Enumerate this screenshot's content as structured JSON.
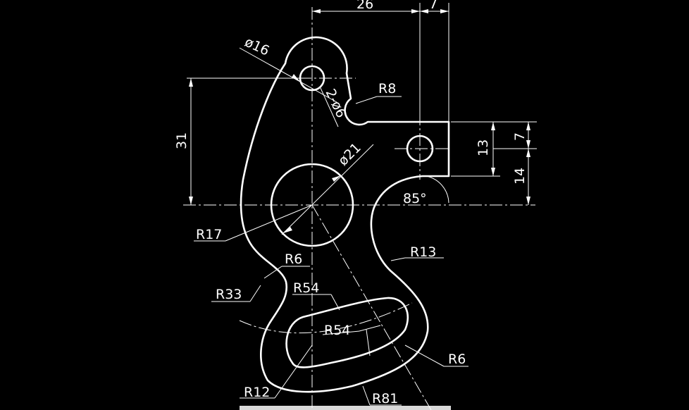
{
  "drawing": {
    "background": "#000000",
    "line_color": "#ffffff"
  },
  "dimensions": {
    "d26": "26",
    "d7_top": "7",
    "dia16": "ø16",
    "r8": "R8",
    "two_dia6": "2-ø6",
    "d31": "31",
    "dia21": "ø21",
    "d13": "13",
    "d7_right": "7",
    "d14": "14",
    "angle85": "85°",
    "r17": "R17",
    "r13": "R13",
    "r6_left": "R6",
    "r33": "R33",
    "r54_outer": "R54",
    "r54_inner": "R54",
    "r6_right": "R6",
    "r12": "R12",
    "r81": "R81"
  }
}
